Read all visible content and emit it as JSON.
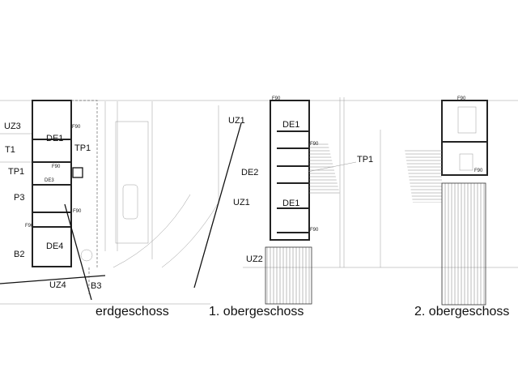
{
  "captions": {
    "ground": "erdgeschoss",
    "first": "1. obergeschoss",
    "second": "2. obergeschoss"
  },
  "ground_floor": {
    "zones": [
      "UZ3",
      "T1",
      "TP1",
      "P3",
      "B2",
      "UZ4",
      "B3"
    ],
    "rooms": [
      "DE1",
      "DE3",
      "DE4"
    ],
    "tp_label": "TP1",
    "fire_rating": "F90"
  },
  "first_floor": {
    "zones": [
      "UZ1",
      "DE2",
      "UZ1",
      "UZ2"
    ],
    "rooms": [
      "DE1",
      "DE1"
    ],
    "tp_label": "TP1",
    "fire_rating": "F90"
  },
  "second_floor": {
    "fire_rating": "F90"
  }
}
